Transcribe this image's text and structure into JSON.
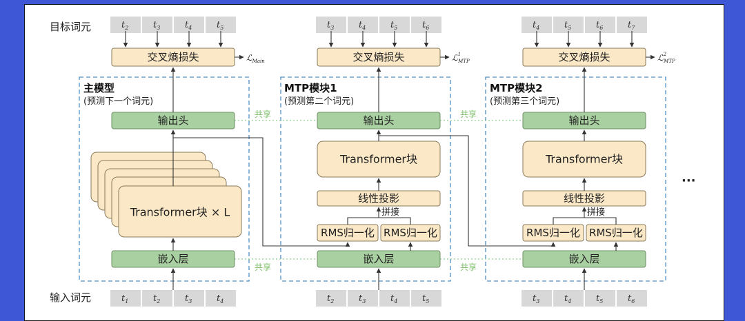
{
  "row_labels": {
    "target": "目标词元",
    "input": "输入词元"
  },
  "target_tokens": [
    [
      "2",
      "3",
      "4",
      "5"
    ],
    [
      "3",
      "4",
      "5",
      "6"
    ],
    [
      "4",
      "5",
      "6",
      "7"
    ]
  ],
  "input_tokens": [
    [
      "1",
      "2",
      "3",
      "4"
    ],
    [
      "2",
      "3",
      "4",
      "5"
    ],
    [
      "3",
      "4",
      "5",
      "6"
    ]
  ],
  "token_symbol": "t",
  "loss_box_label": "交叉熵损失",
  "losses": [
    {
      "symbol": "ℒ",
      "sub": "Main",
      "sup": ""
    },
    {
      "symbol": "ℒ",
      "sub": "MTP",
      "sup": "1"
    },
    {
      "symbol": "ℒ",
      "sub": "MTP",
      "sup": "2"
    }
  ],
  "modules": [
    {
      "title": "主模型",
      "subtitle": "(预测下一个词元)"
    },
    {
      "title": "MTP模块1",
      "subtitle": "(预测第二个词元)"
    },
    {
      "title": "MTP模块2",
      "subtitle": "(预测第三个词元)"
    }
  ],
  "output_head_label": "输出头",
  "embedding_label": "嵌入层",
  "transformer_stack_label": "Transformer块 × L",
  "transformer_block_label": "Transformer块",
  "linear_projection_label": "线性投影",
  "concat_label": "拼接",
  "rmsnorm_label": "RMS归一化",
  "share_label": "共享",
  "ellipsis": "···",
  "colors": {
    "background": "#3d57d6",
    "cream_box": "#fbe8c7",
    "green_box": "#a9d0a0",
    "token_cell": "#d8d8d8",
    "module_border": "#4d8fc6",
    "share_text": "#7fbf6a"
  }
}
